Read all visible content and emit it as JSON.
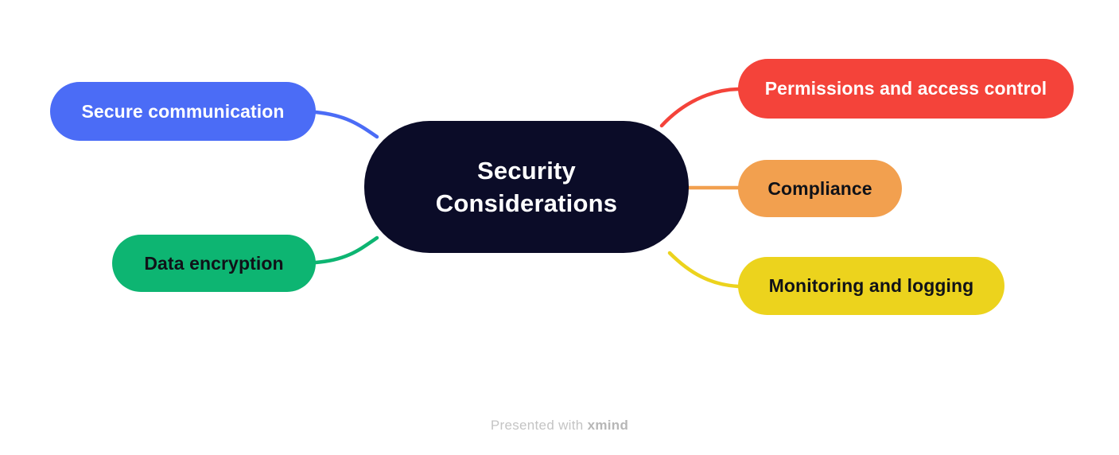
{
  "central": {
    "label": "Security Considerations",
    "color": "#0b0c28",
    "text_color": "#ffffff"
  },
  "branches": [
    {
      "id": "secure-communication",
      "label": "Secure communication",
      "side": "left",
      "color": "#4b6cf6",
      "text_color": "#ffffff"
    },
    {
      "id": "data-encryption",
      "label": "Data encryption",
      "side": "left",
      "color": "#0db572",
      "text_color": "#101218"
    },
    {
      "id": "permissions-and-access-control",
      "label": "Permissions and access control",
      "side": "right",
      "color": "#f4433a",
      "text_color": "#ffffff"
    },
    {
      "id": "compliance",
      "label": "Compliance",
      "side": "right",
      "color": "#f2a04f",
      "text_color": "#101218"
    },
    {
      "id": "monitoring-and-logging",
      "label": "Monitoring and logging",
      "side": "right",
      "color": "#ecd31d",
      "text_color": "#101218"
    }
  ],
  "footer": {
    "presented_with": "Presented with ",
    "brand": "xmind",
    "text_color": "#c4c4c4",
    "brand_color": "#b7b7b7"
  },
  "canvas_background": "#ffffff"
}
